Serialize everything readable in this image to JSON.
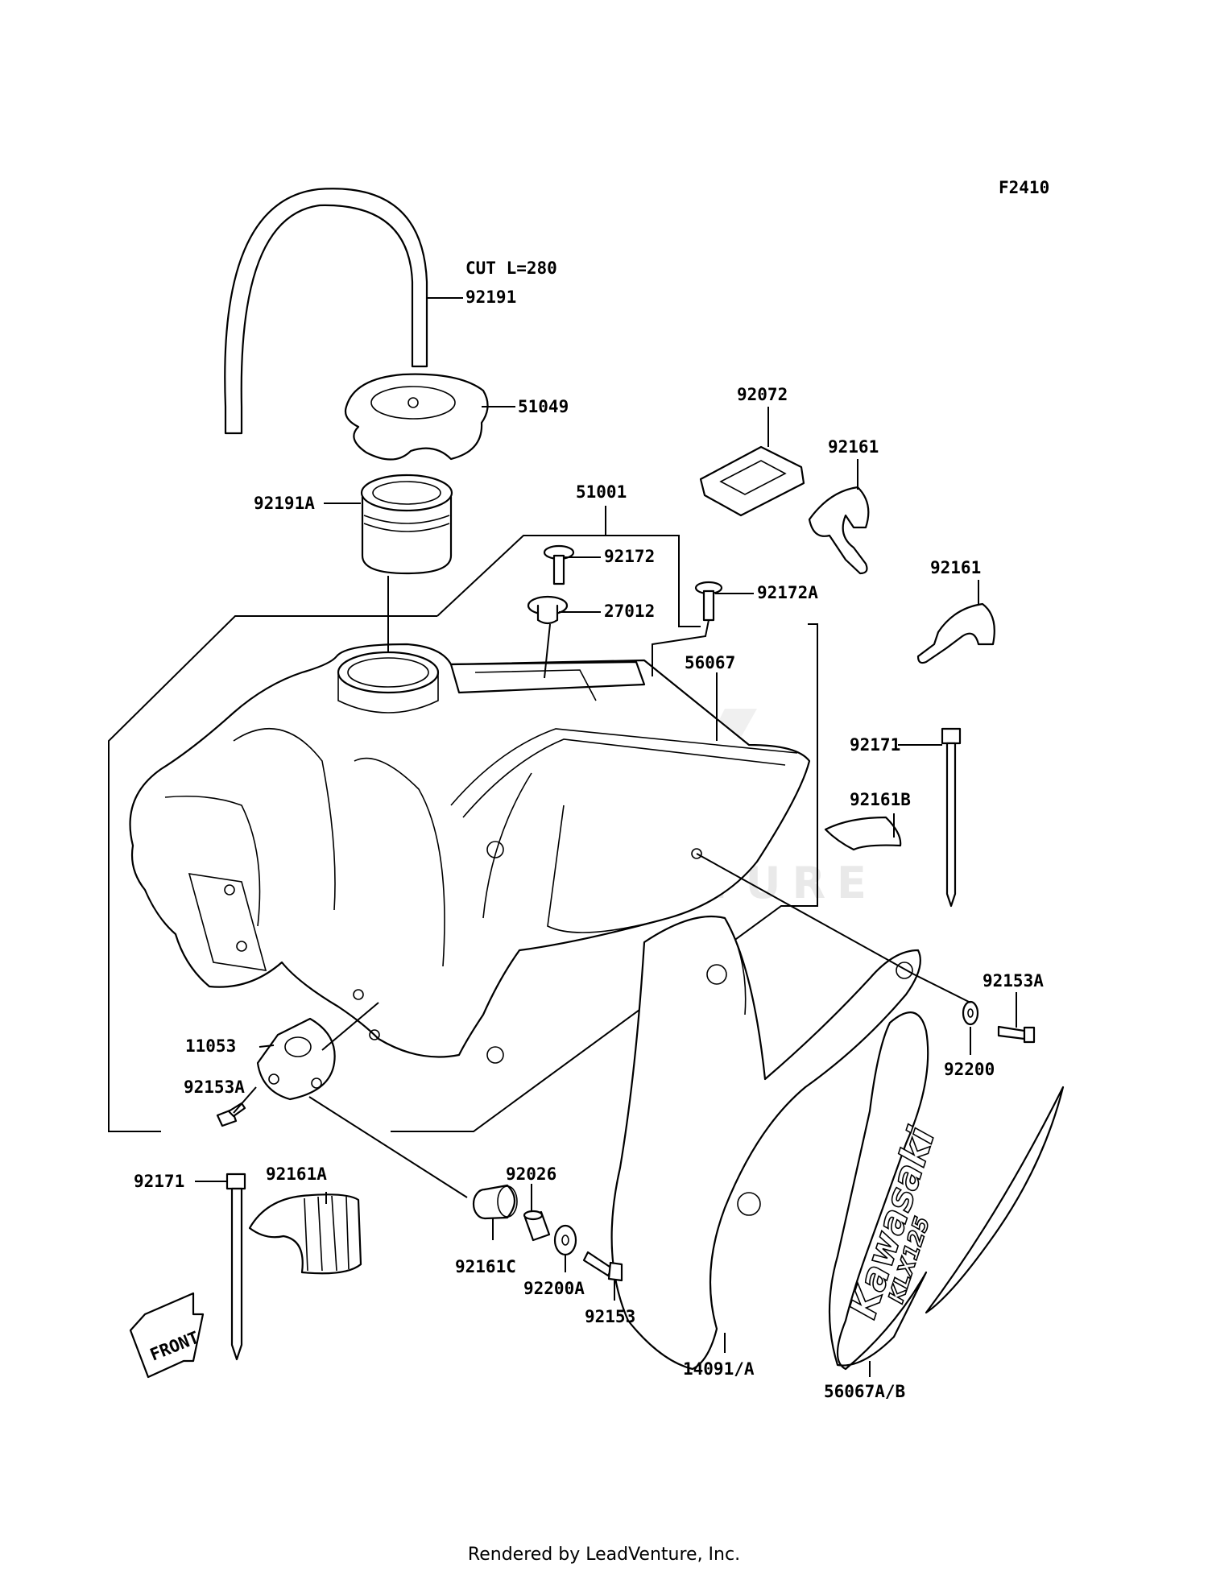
{
  "diagram": {
    "code": "F2410",
    "watermark": "LEADVENTURE",
    "decal_text": "Kawasaki",
    "decal_model": "KLX125",
    "front_label": "FRONT",
    "labels": {
      "cut_note": "CUT L=280",
      "p92191": "92191",
      "p51049": "51049",
      "p92191A": "92191A",
      "p51001": "51001",
      "p92172": "92172",
      "p27012": "27012",
      "p92172A": "92172A",
      "p56067": "56067",
      "p92072": "92072",
      "p92161_1": "92161",
      "p92161_2": "92161",
      "p92171_right": "92171",
      "p92161B": "92161B",
      "p92153A_right": "92153A",
      "p92200": "92200",
      "p11053": "11053",
      "p92153A_left": "92153A",
      "p92161A": "92161A",
      "p92171_left": "92171",
      "p92026": "92026",
      "p92161C": "92161C",
      "p92200A": "92200A",
      "p92153": "92153",
      "p14091A": "14091/A",
      "p56067AB": "56067A/B"
    }
  },
  "footer": {
    "text": "Rendered by LeadVenture, Inc."
  }
}
